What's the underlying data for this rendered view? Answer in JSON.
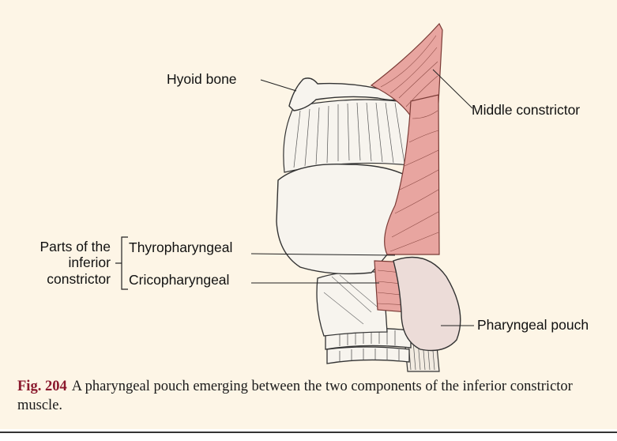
{
  "labels": {
    "hyoid_bone": "Hyoid bone",
    "middle_constrictor": "Middle constrictor",
    "parts_of_inferior_line1": "Parts of the",
    "parts_of_inferior_line2": "inferior",
    "parts_of_inferior_line3": "constrictor",
    "thyropharyngeal": "Thyropharyngeal",
    "cricopharyngeal": "Cricopharyngeal",
    "pharyngeal_pouch": "Pharyngeal pouch"
  },
  "caption": {
    "figure_number": "Fig. 204",
    "text": "A pharyngeal pouch emerging between the two components of the inferior constrictor muscle."
  },
  "colors": {
    "panel_background": "#fdf5e6",
    "muscle": "#e8a5a0",
    "pouch": "#ecdcd8",
    "caption_accent": "#8b1a2e"
  }
}
